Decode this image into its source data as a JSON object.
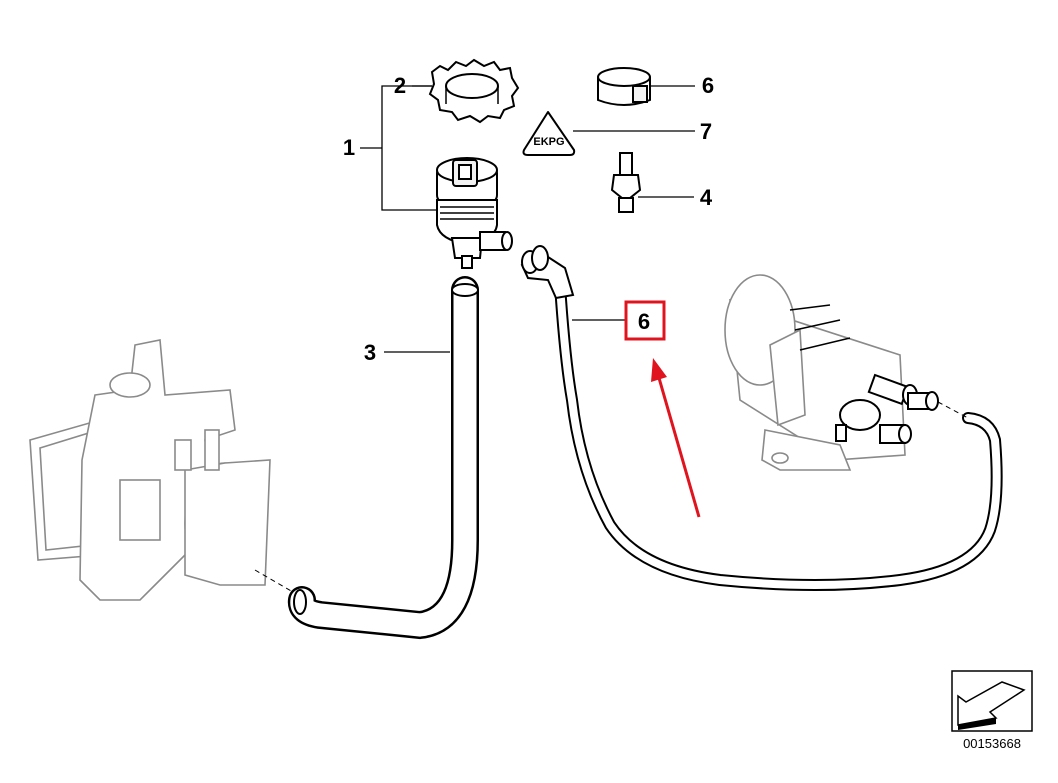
{
  "diagram": {
    "callouts": [
      {
        "id": "c1",
        "label": "1"
      },
      {
        "id": "c2",
        "label": "2"
      },
      {
        "id": "c3",
        "label": "3"
      },
      {
        "id": "c4",
        "label": "4"
      },
      {
        "id": "c6a",
        "label": "6"
      },
      {
        "id": "c7",
        "label": "7"
      },
      {
        "id": "c6b",
        "label": "6"
      }
    ],
    "highlight_color": "#e0141e",
    "triangle_mark": "EKPG",
    "image_number": "00153668"
  }
}
